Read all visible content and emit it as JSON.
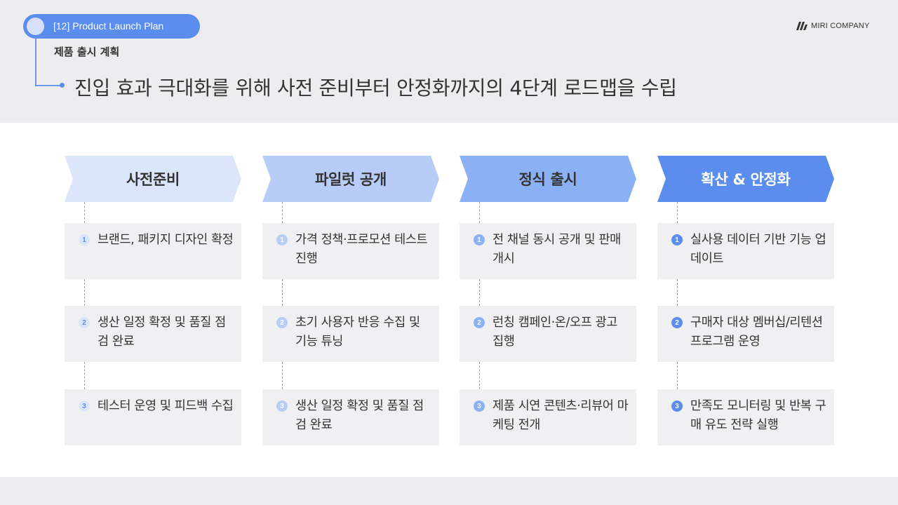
{
  "header": {
    "pill_label": "[12] Product Launch Plan",
    "subtitle": "제품 출시 계획",
    "headline": "진입 효과 극대화를 위해 사전 준비부터 안정화까지의 4단계 로드맵을 수립",
    "logo_text": "MIRI COMPANY",
    "accent_color": "#5b8def"
  },
  "phases": [
    {
      "title": "사전준비",
      "fill": "#dce6fb",
      "text_color": "#333333",
      "badge_bg": "#dce6fb",
      "badge_fg": "#5b8def",
      "items": [
        {
          "num": "1",
          "text": "브랜드, 패키지 디자인 확정"
        },
        {
          "num": "2",
          "text": "생산 일정 확정 및 품질 점검 완료"
        },
        {
          "num": "3",
          "text": "테스터 운영 및 피드백 수집"
        }
      ]
    },
    {
      "title": "파일럿 공개",
      "fill": "#b7cdf7",
      "text_color": "#333333",
      "badge_bg": "#b7cdf7",
      "badge_fg": "#ffffff",
      "items": [
        {
          "num": "1",
          "text": "가격 정책·프로모션 테스트 진행"
        },
        {
          "num": "2",
          "text": "초기 사용자 반응 수집 및 기능 튜닝"
        },
        {
          "num": "3",
          "text": "생산 일정 확정 및 품질 점검 완료"
        }
      ]
    },
    {
      "title": "정식 출시",
      "fill": "#8cb0f4",
      "text_color": "#333333",
      "badge_bg": "#8cb0f4",
      "badge_fg": "#ffffff",
      "items": [
        {
          "num": "1",
          "text": "전 채널 동시 공개 및 판매 개시"
        },
        {
          "num": "2",
          "text": "런칭 캠페인·온/오프 광고 집행"
        },
        {
          "num": "3",
          "text": "제품 시연 콘텐츠·리뷰어 마케팅 전개"
        }
      ]
    },
    {
      "title": "확산 & 안정화",
      "fill": "#5b8def",
      "text_color": "#ffffff",
      "badge_bg": "#5b8def",
      "badge_fg": "#ffffff",
      "items": [
        {
          "num": "1",
          "text": "실사용 데이터 기반 기능 업데이트"
        },
        {
          "num": "2",
          "text": "구매자 대상 멤버십/리텐션 프로그램 운영"
        },
        {
          "num": "3",
          "text": "만족도 모니터링 및 반복 구매 유도 전략 실행"
        }
      ]
    }
  ]
}
